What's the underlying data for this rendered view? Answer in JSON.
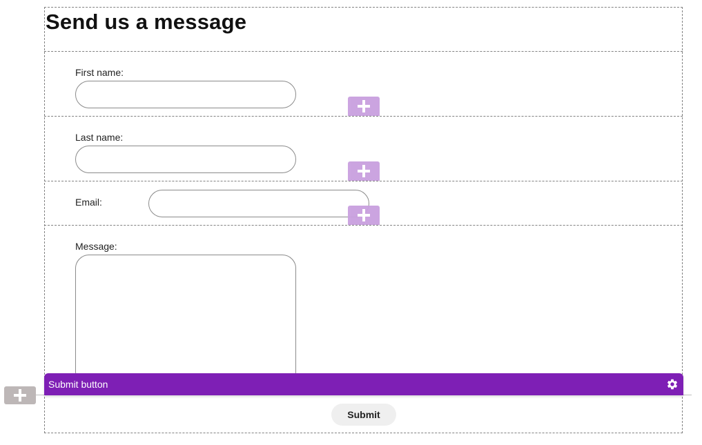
{
  "form": {
    "title": "Send us a message",
    "fields": {
      "first_name": {
        "label": "First name:",
        "value": ""
      },
      "last_name": {
        "label": "Last name:",
        "value": ""
      },
      "email": {
        "label": "Email:",
        "value": ""
      },
      "message": {
        "label": "Message:",
        "value": ""
      }
    },
    "submit_label": "Submit"
  },
  "toolbar": {
    "label": "Submit button",
    "settings_icon": "gear-icon"
  },
  "add_buttons": {
    "icon": "plus-icon",
    "accent_color": "#c9a0df",
    "side_color": "#bdb7b7"
  },
  "colors": {
    "toolbar_bg": "#7e1fb5",
    "submit_bg": "#efefef"
  }
}
